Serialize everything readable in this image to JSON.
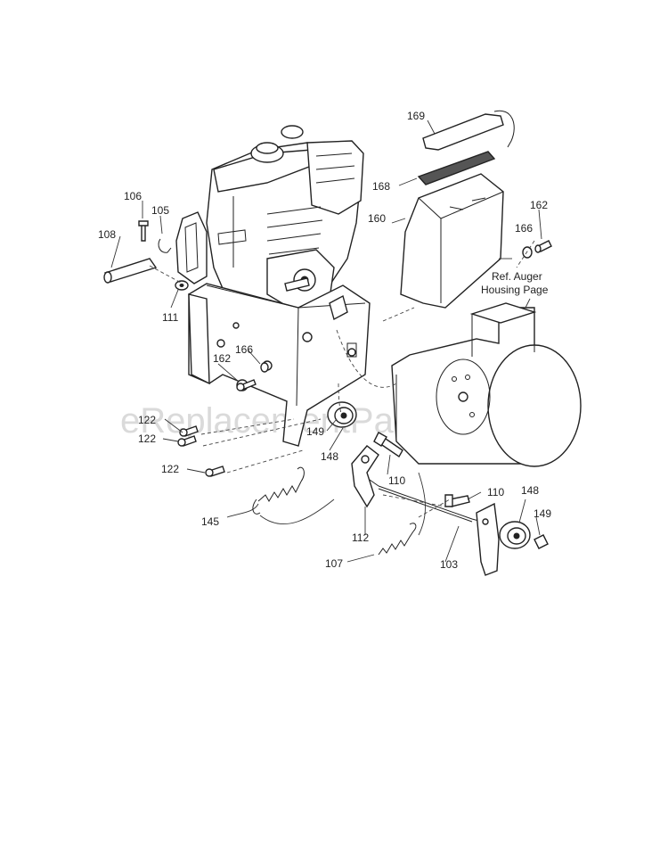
{
  "watermark": "eReplacementParts.com",
  "callouts": {
    "p106": "106",
    "p105": "105",
    "p108": "108",
    "p111": "111",
    "p169": "169",
    "p168": "168",
    "p160": "160",
    "p162a": "162",
    "p166a": "166",
    "ref1": "Ref. Auger",
    "ref2": "Housing Page",
    "p166b": "166",
    "p162b": "162",
    "p122a": "122",
    "p122b": "122",
    "p149a": "149",
    "p148a": "148",
    "p122c": "122",
    "p110a": "110",
    "p110b": "110",
    "p148b": "148",
    "p149b": "149",
    "p145": "145",
    "p112": "112",
    "p107": "107",
    "p103": "103"
  }
}
